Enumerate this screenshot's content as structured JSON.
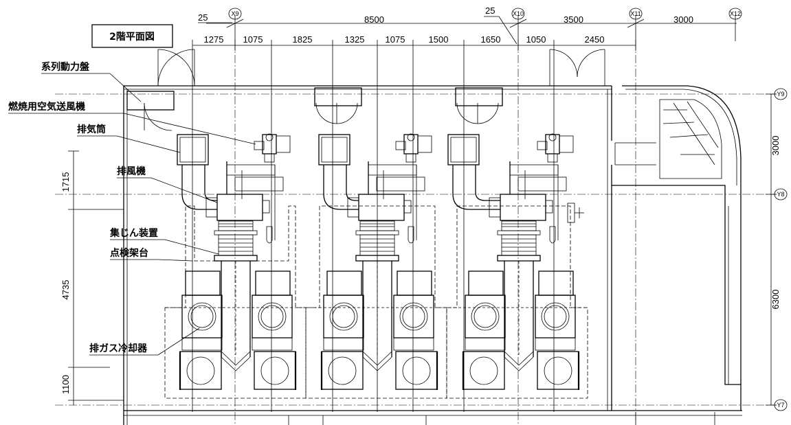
{
  "title": "2階平面図",
  "labels": {
    "panel": "系列動力盤",
    "blower": "燃焼用空気送風機",
    "stack": "排気筒",
    "fan": "排風機",
    "dust": "集じん装置",
    "platform": "点検架台",
    "cooler": "排ガス冷却器"
  },
  "top_dims": [
    "1275",
    "1075",
    "1825",
    "1325",
    "1075",
    "1500",
    "1650",
    "1050",
    "2450"
  ],
  "overall_dims": {
    "d25a": "25",
    "d8500": "8500",
    "d25b": "25",
    "d3500": "3500",
    "d3000": "3000"
  },
  "grid_x": [
    "X9",
    "X10",
    "X11",
    "X12"
  ],
  "grid_y": [
    "Y9",
    "Y8",
    "Y7"
  ],
  "left_dims": [
    "1715",
    "4735",
    "1100"
  ],
  "right_dims": [
    "3000",
    "6300"
  ]
}
